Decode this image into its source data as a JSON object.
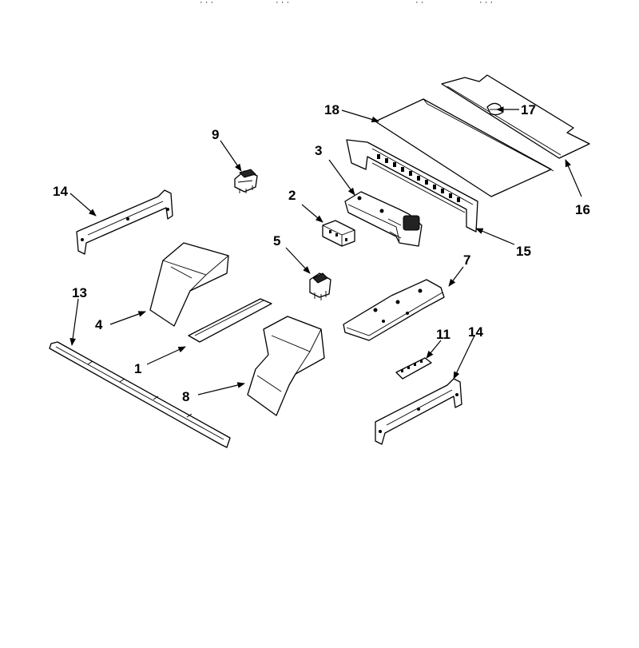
{
  "header": {
    "fragments": [
      "· · ·",
      "· · ·",
      "· ·",
      "· · ·"
    ]
  },
  "callouts": {
    "c1": "1",
    "c2": "2",
    "c3": "3",
    "c4": "4",
    "c5": "5",
    "c7": "7",
    "c8": "8",
    "c9": "9",
    "c11": "11",
    "c13": "13",
    "c14a": "14",
    "c14b": "14",
    "c15": "15",
    "c16": "16",
    "c17": "17",
    "c18": "18"
  }
}
